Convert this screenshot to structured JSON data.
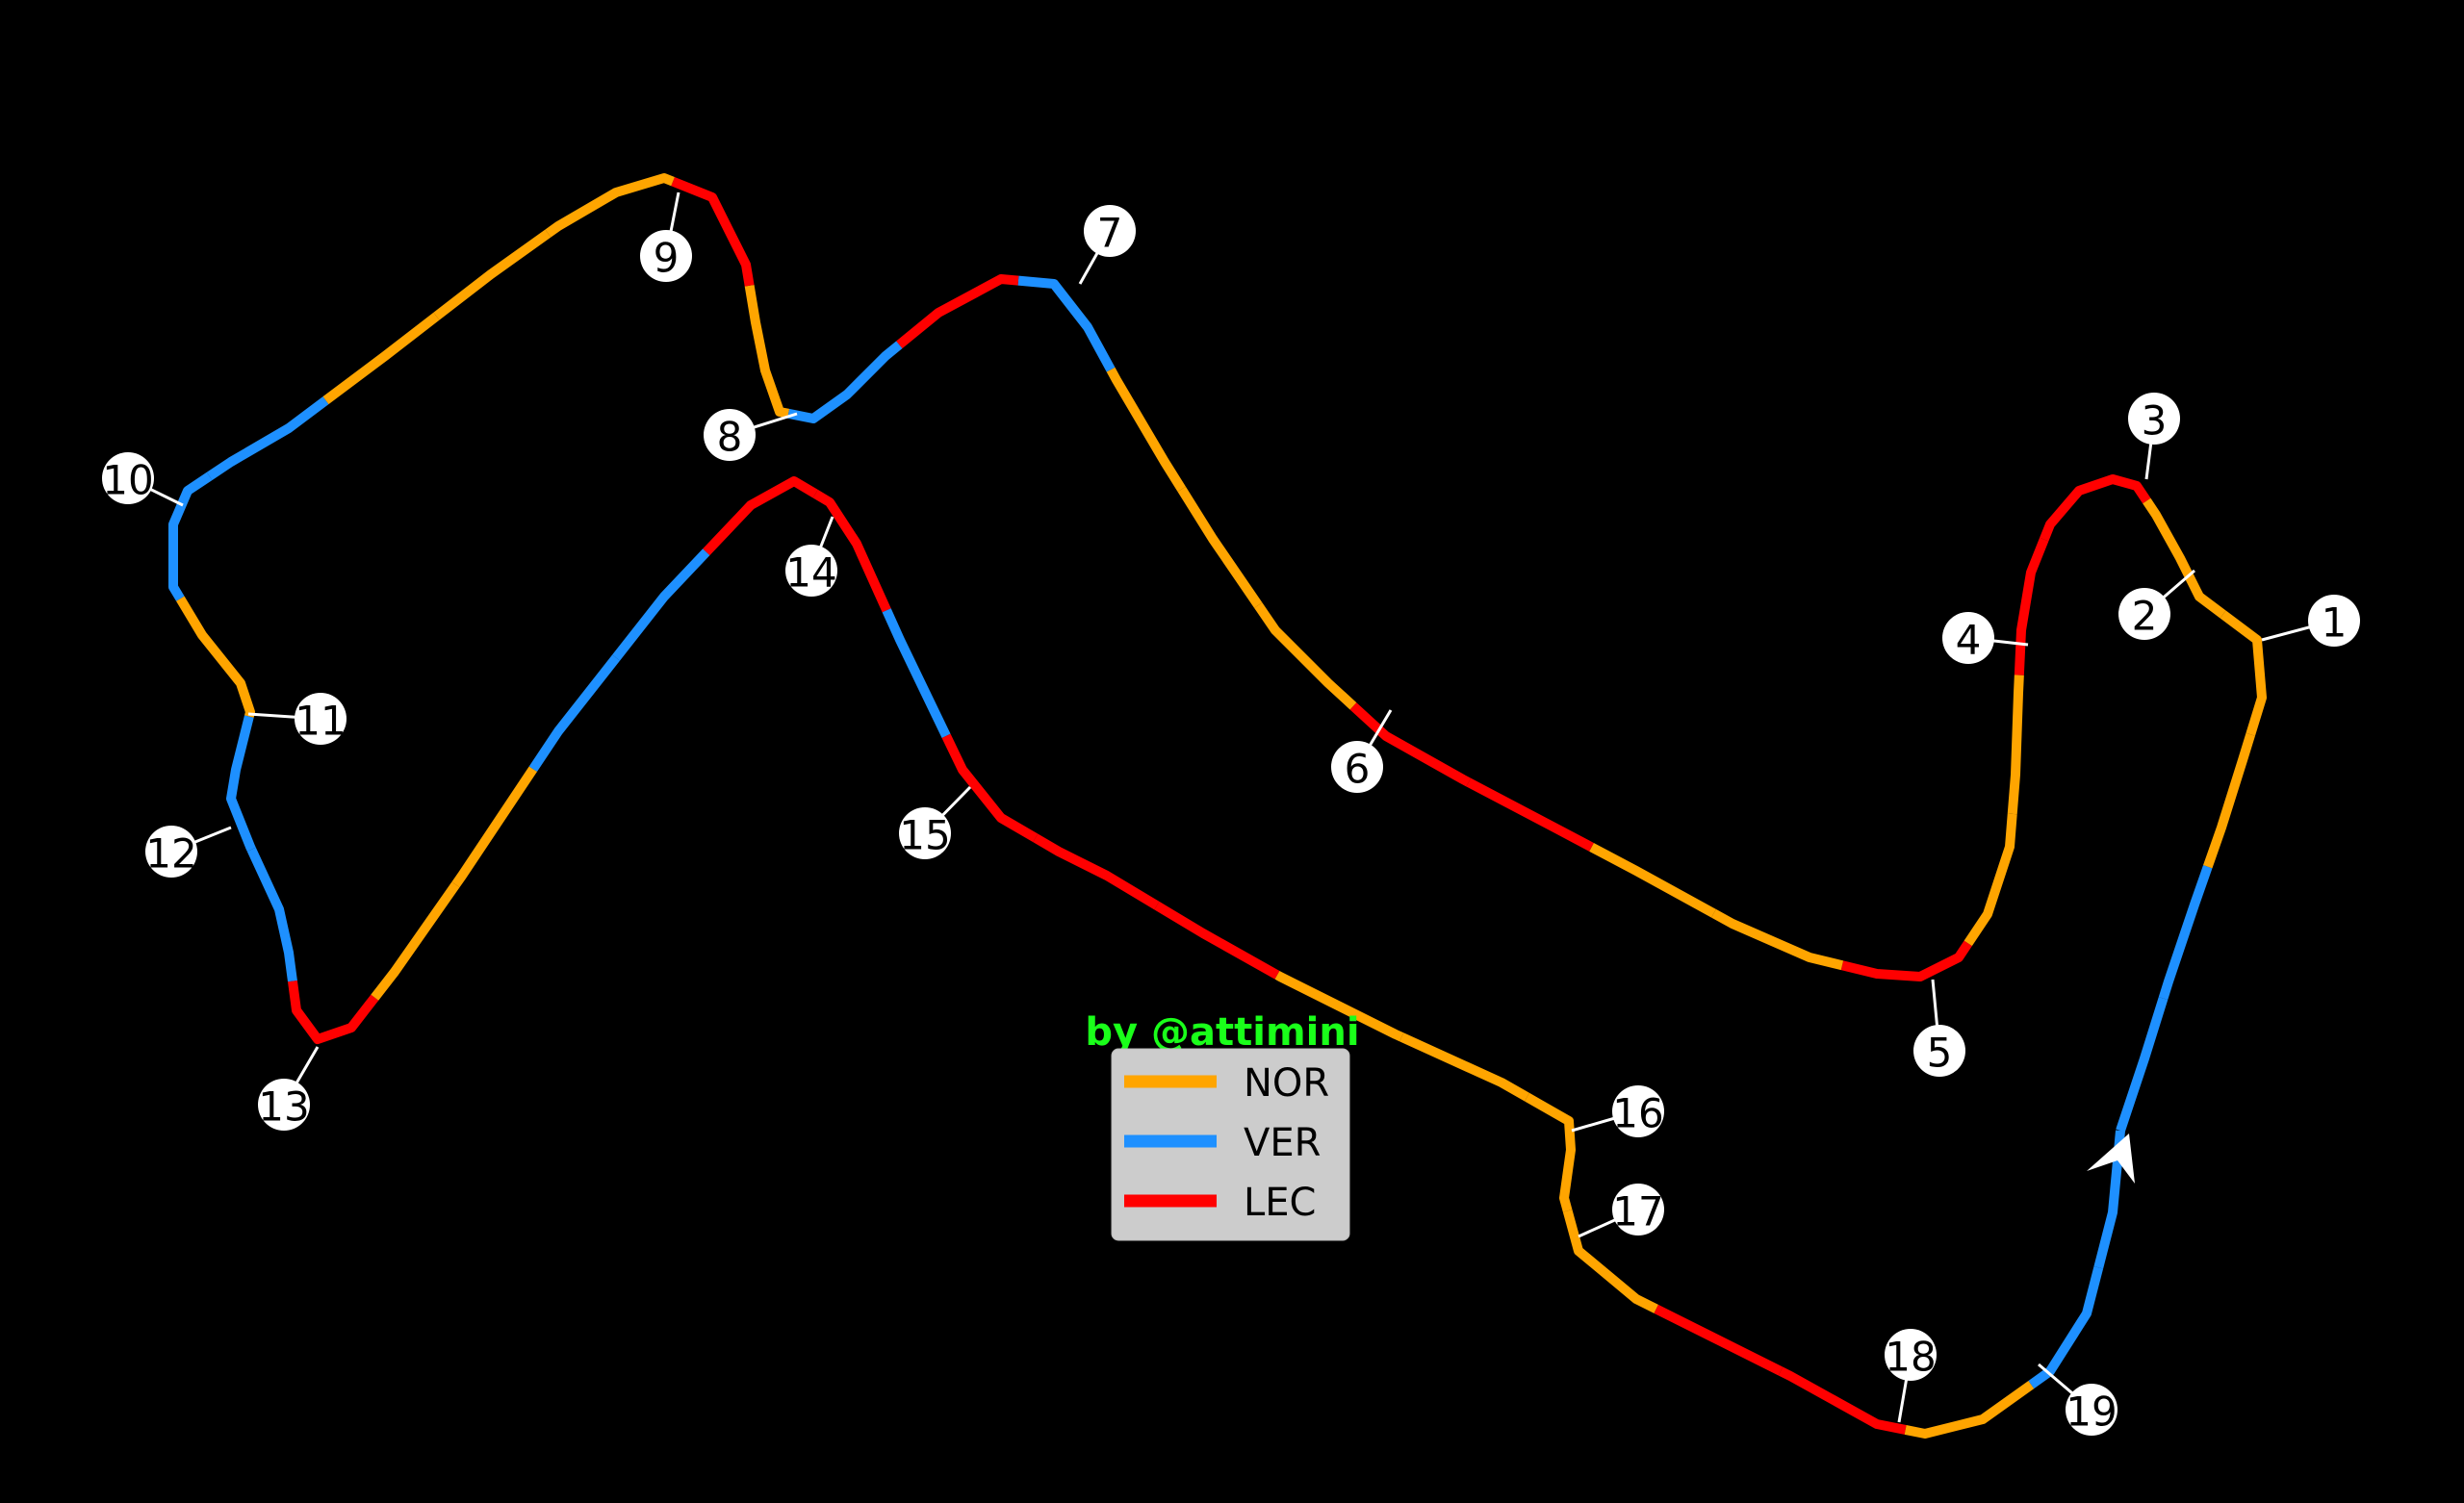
{
  "credit": "by @attimini",
  "colors": {
    "NOR": "#ffa500",
    "VER": "#1e90ff",
    "LEC": "#ff0000",
    "background": "#000000"
  },
  "legend": [
    {
      "driver": "NOR",
      "color": "#ffa500"
    },
    {
      "driver": "VER",
      "color": "#1e90ff"
    },
    {
      "driver": "LEC",
      "color": "#ff0000"
    }
  ],
  "corners": [
    "1",
    "2",
    "3",
    "4",
    "5",
    "6",
    "7",
    "8",
    "9",
    "10",
    "11",
    "12",
    "13",
    "14",
    "15",
    "16",
    "17",
    "18",
    "19"
  ],
  "minisectors": [
    "VER",
    "VER",
    "NOR",
    "NOR",
    "NOR",
    "LEC",
    "LEC",
    "NOR",
    "NOR",
    "LEC",
    "NOR",
    "NOR",
    "LEC",
    "LEC",
    "NOR",
    "NOR",
    "NOR",
    "VER",
    "LEC",
    "VER",
    "NOR",
    "LEC",
    "NOR",
    "NOR",
    "NOR",
    "VER",
    "VER",
    "NOR",
    "VER",
    "VER",
    "LEC",
    "NOR",
    "NOR",
    "VER",
    "VER",
    "LEC",
    "LEC",
    "VER",
    "LEC",
    "LEC",
    "LEC",
    "NOR",
    "NOR",
    "NOR",
    "NOR",
    "LEC",
    "LEC",
    "NOR",
    "VER",
    "VER"
  ],
  "direction_marker": "arrow-icon"
}
